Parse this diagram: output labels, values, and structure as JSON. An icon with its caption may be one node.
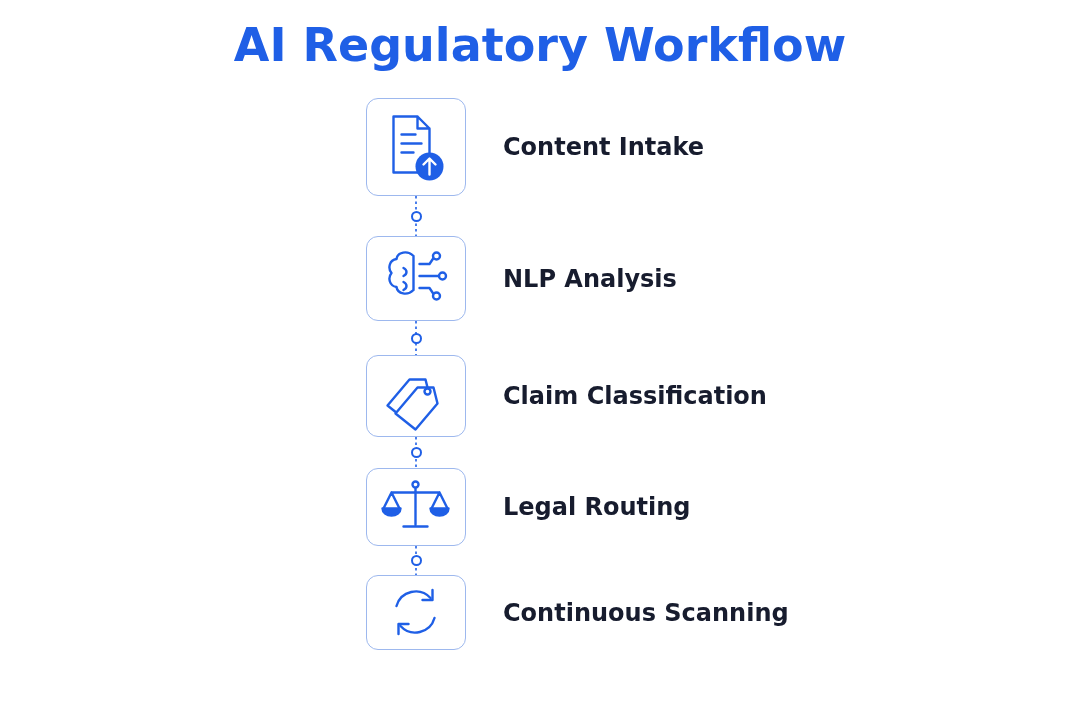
{
  "diagram": {
    "title": "AI Regulatory Workflow",
    "nodes": [
      {
        "text": [],
        "shape": "box",
        "beside": [
          "Content Intake"
        ]
      },
      {
        "text": [],
        "shape": "box",
        "beside": [
          "NLP Analysis"
        ]
      },
      {
        "text": [],
        "shape": "box",
        "beside": [
          "Claim Classification"
        ]
      },
      {
        "text": [],
        "shape": "box",
        "beside": [
          "Legal Routing"
        ]
      },
      {
        "text": [],
        "shape": "box",
        "beside": [
          "Continuous Scanning"
        ]
      }
    ],
    "edges": [
      {
        "from": 0,
        "to": 1,
        "arrow": "none",
        "style": "dashed"
      },
      {
        "from": 1,
        "to": 2,
        "arrow": "none",
        "style": "dashed"
      },
      {
        "from": 2,
        "to": 3,
        "arrow": "none",
        "style": "dashed"
      },
      {
        "from": 3,
        "to": 4,
        "arrow": "none",
        "style": "dashed"
      }
    ]
  }
}
